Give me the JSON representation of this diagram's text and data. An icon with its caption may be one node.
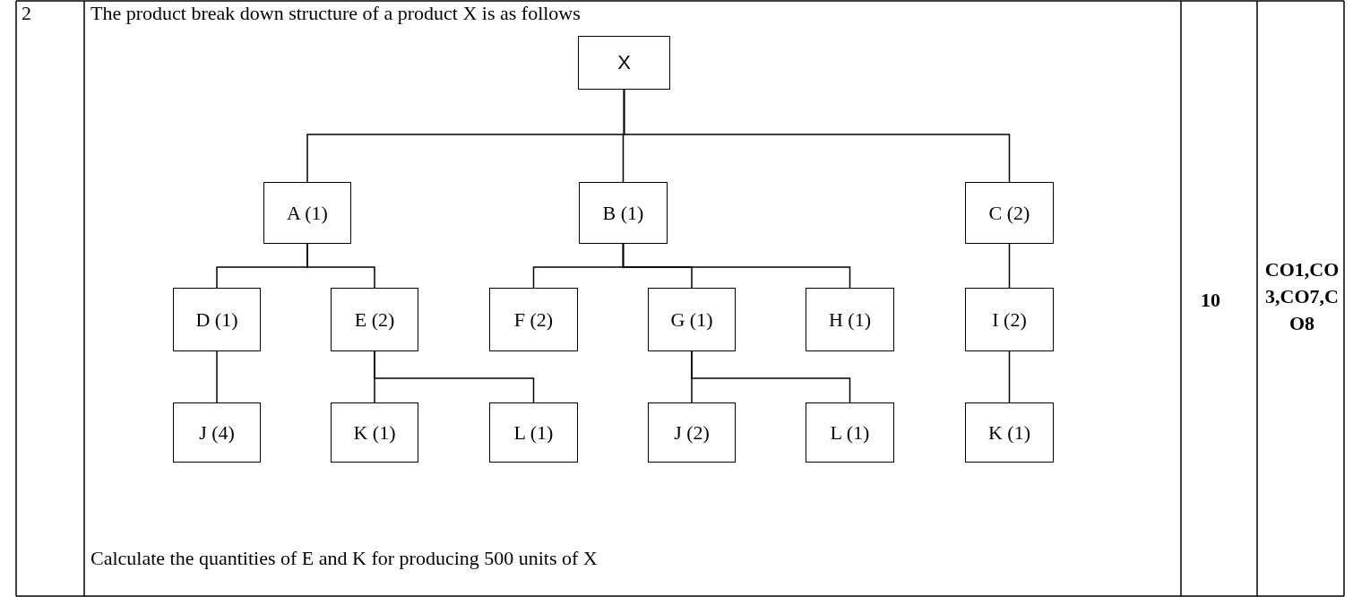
{
  "diagram": {
    "nodes": [
      {
        "text": [
          "X"
        ]
      },
      {
        "text": [
          "A (1)"
        ]
      },
      {
        "text": [
          "B (1)"
        ]
      },
      {
        "text": [
          "C (2)"
        ]
      },
      {
        "text": [
          "D (1)"
        ]
      },
      {
        "text": [
          "E (2)"
        ]
      },
      {
        "text": [
          "F (2)"
        ]
      },
      {
        "text": [
          "G (1)"
        ]
      },
      {
        "text": [
          "H (1)"
        ]
      },
      {
        "text": [
          "I (2)"
        ]
      },
      {
        "text": [
          "J (4)"
        ]
      },
      {
        "text": [
          "K (1)"
        ]
      },
      {
        "text": [
          "L (1)"
        ]
      },
      {
        "text": [
          "J (2)"
        ]
      },
      {
        "text": [
          "L (1)"
        ]
      },
      {
        "text": [
          "K (1)"
        ]
      }
    ],
    "edges": [
      {
        "from": 0,
        "to": 1,
        "arrow": "none"
      },
      {
        "from": 0,
        "to": 2,
        "arrow": "none"
      },
      {
        "from": 0,
        "to": 3,
        "arrow": "none"
      },
      {
        "from": 1,
        "to": 4,
        "arrow": "none"
      },
      {
        "from": 1,
        "to": 5,
        "arrow": "none"
      },
      {
        "from": 2,
        "to": 6,
        "arrow": "none"
      },
      {
        "from": 2,
        "to": 7,
        "arrow": "none"
      },
      {
        "from": 2,
        "to": 8,
        "arrow": "none"
      },
      {
        "from": 3,
        "to": 9,
        "arrow": "none"
      },
      {
        "from": 4,
        "to": 10,
        "arrow": "none"
      },
      {
        "from": 5,
        "to": 11,
        "arrow": "none"
      },
      {
        "from": 5,
        "to": 12,
        "arrow": "none"
      },
      {
        "from": 7,
        "to": 13,
        "arrow": "none"
      },
      {
        "from": 7,
        "to": 14,
        "arrow": "none"
      },
      {
        "from": 9,
        "to": 15,
        "arrow": "none"
      }
    ],
    "labels": [
      "2",
      "The product break down structure of a product X is as follows",
      "10",
      "CO1,CO3,CO7,CO8",
      "Calculate the quantities of E and K for producing 500 units of X"
    ]
  }
}
